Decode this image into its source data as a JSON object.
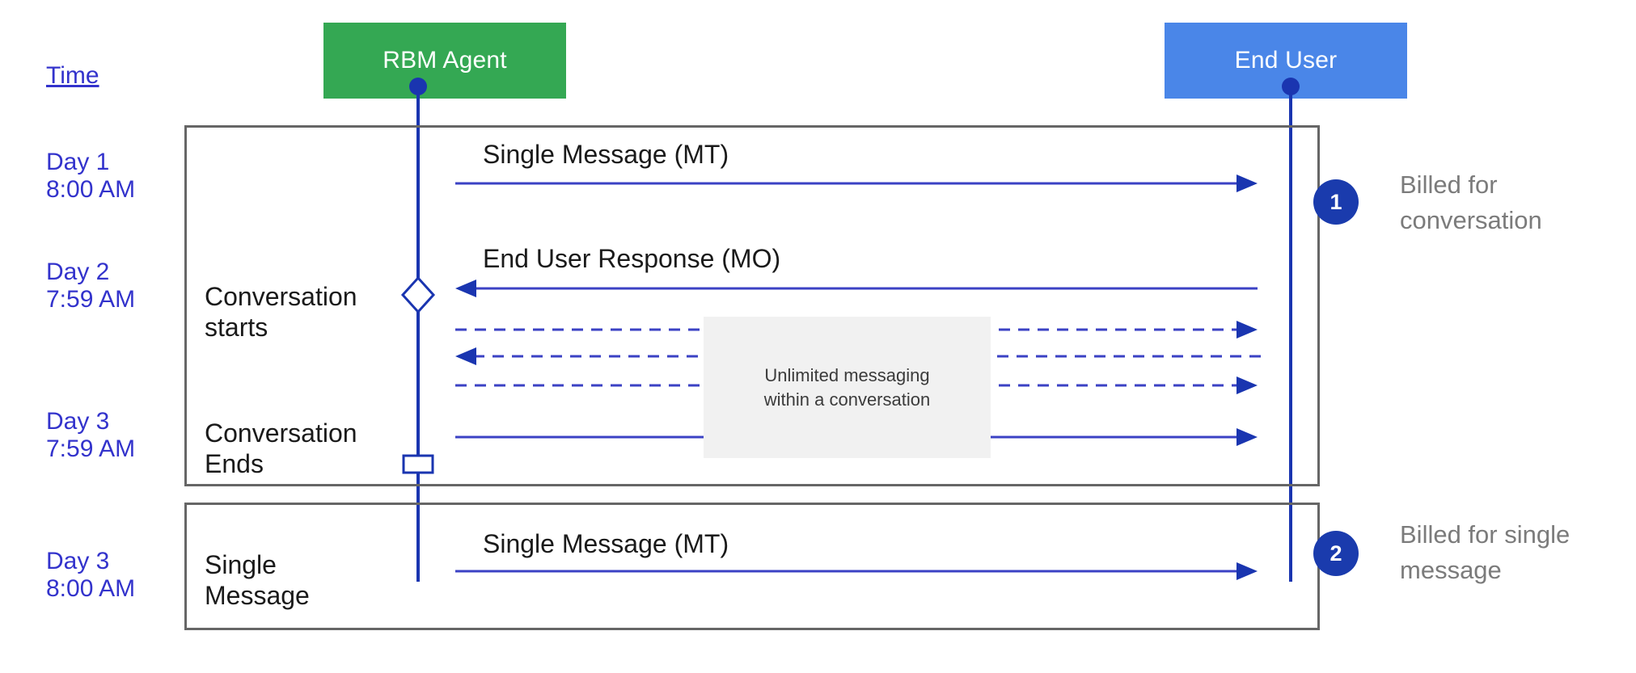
{
  "diagram": {
    "title_hidden": "",
    "colors": {
      "agent_box": "#34a853",
      "user_box": "#4a86e8",
      "lifeline": "#1a35b0",
      "arrow": "#3b42c4",
      "badge": "#1a3bad",
      "time_text": "#3333cc",
      "note_bg": "#f1f1f1",
      "billed_text": "#7b7b7b",
      "group_border": "#666666"
    },
    "time_column": {
      "header": "Time",
      "labels": [
        "Day 1\n8:00 AM",
        "Day 2\n7:59 AM",
        "Day 3\n7:59 AM",
        "Day 3\n8:00 AM"
      ]
    },
    "actors": [
      {
        "name": "RBM Agent",
        "type": "agent"
      },
      {
        "name": "End User",
        "type": "user"
      }
    ],
    "stage_labels": [
      "Conversation\nstarts",
      "Conversation\nEnds",
      "Single\nMessage"
    ],
    "messages": [
      {
        "label": "Single Message (MT)",
        "direction": "right",
        "style": "solid"
      },
      {
        "label": "End User Response (MO)",
        "direction": "left",
        "style": "solid"
      },
      {
        "label": "",
        "direction": "right",
        "style": "dashed"
      },
      {
        "label": "",
        "direction": "left",
        "style": "dashed"
      },
      {
        "label": "",
        "direction": "right",
        "style": "dashed"
      },
      {
        "label": "",
        "direction": "right",
        "style": "solid"
      },
      {
        "label": "Single Message (MT)",
        "direction": "right",
        "style": "solid"
      }
    ],
    "note": "Unlimited messaging\nwithin a conversation",
    "billed_items": [
      {
        "number": "1",
        "text": "Billed for\nconversation"
      },
      {
        "number": "2",
        "text": "Billed for single\nmessage"
      }
    ]
  }
}
